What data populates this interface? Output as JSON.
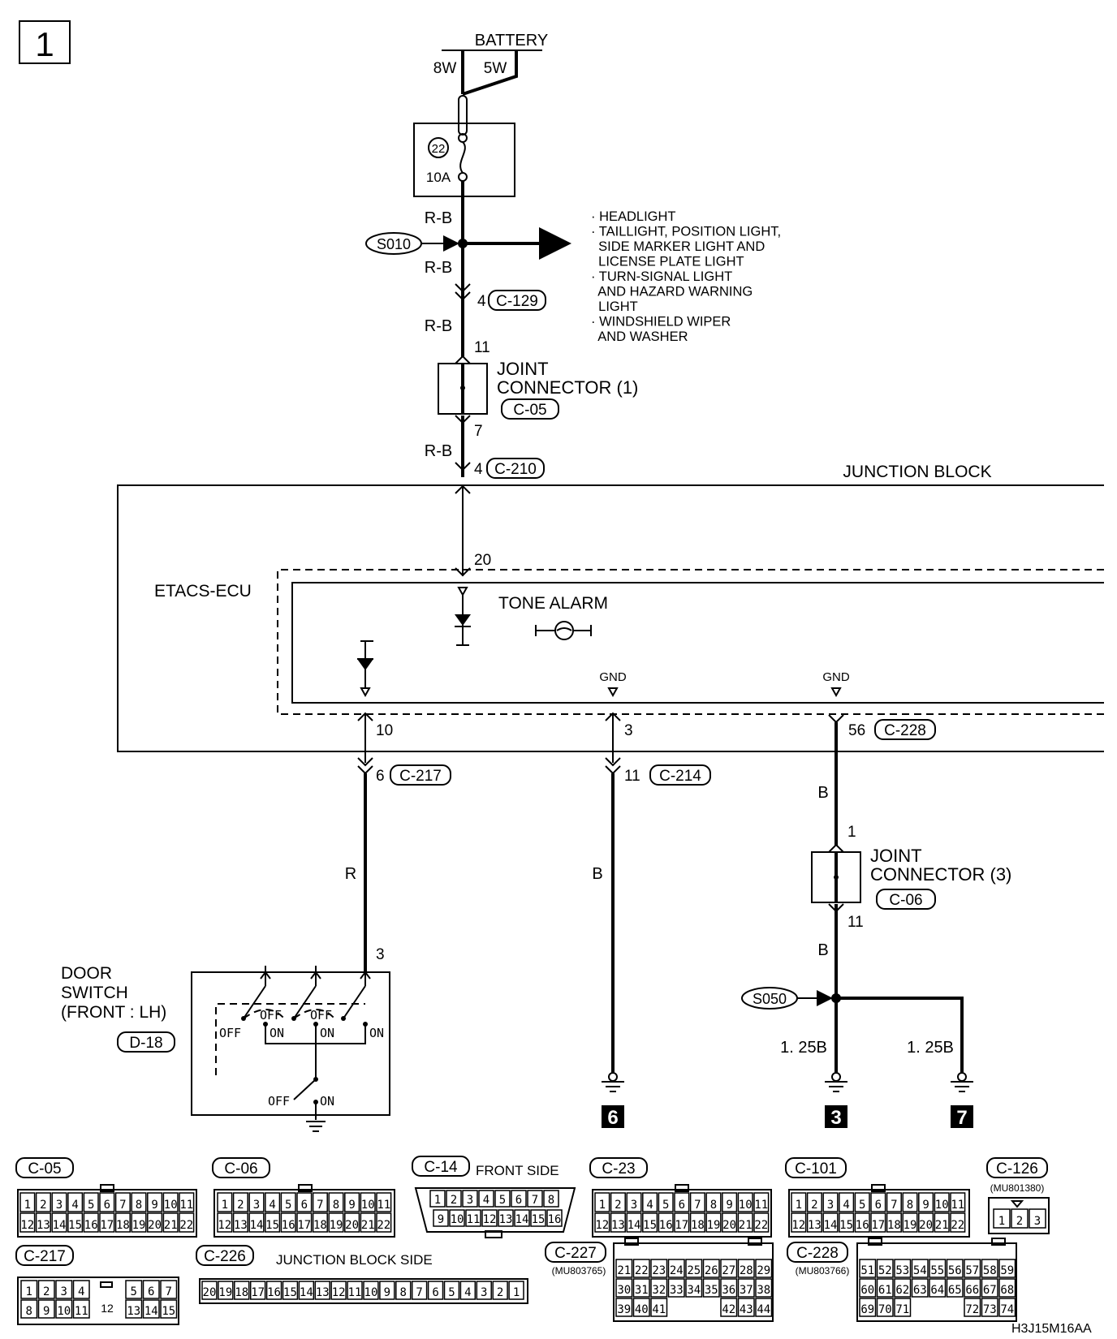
{
  "sheet_number": "1",
  "battery": {
    "label": "BATTERY",
    "wire_left": "8W",
    "wire_right": "5W"
  },
  "fuse": {
    "number": "22",
    "rating": "10A"
  },
  "splice_top": "S010",
  "splice_bottom": "S050",
  "branch_list": [
    "· HEADLIGHT",
    "· TAILLIGHT, POSITION LIGHT,",
    "  SIDE MARKER LIGHT AND",
    "  LICENSE PLATE LIGHT",
    "· TURN-SIGNAL LIGHT",
    "  AND HAZARD WARNING",
    "  LIGHT",
    "· WINDSHIELD WIPER",
    "  AND WASHER"
  ],
  "wire_colors": {
    "rb": "R-B",
    "r": "R",
    "b": "B",
    "b125": "1. 25B"
  },
  "pins": {
    "c129": "4",
    "jc1_in": "11",
    "jc1_out": "7",
    "c210": "4",
    "ecu_in": "20",
    "ecu_10": "10",
    "ecu_3": "3",
    "c228": "56",
    "c217": "6",
    "c214": "11",
    "jc3_in": "1",
    "jc3_out": "11",
    "door": "3"
  },
  "connectors": {
    "c129": "C-129",
    "c05": "C-05",
    "c210": "C-210",
    "c228": "C-228",
    "c217": "C-217",
    "c214": "C-214",
    "c06": "C-06",
    "d18": "D-18"
  },
  "joint_connector_1": [
    "JOINT",
    "CONNECTOR (1)"
  ],
  "joint_connector_3": [
    "JOINT",
    "CONNECTOR (3)"
  ],
  "junction_block": "JUNCTION BLOCK",
  "etacs": "ETACS-ECU",
  "tone_alarm": "TONE ALARM",
  "gnd": "GND",
  "door_switch": [
    "DOOR",
    "SWITCH",
    "(FRONT : LH)"
  ],
  "switch_states": {
    "off": "OFF",
    "on": "ON"
  },
  "ground_refs": {
    "g6": "6",
    "g3": "3",
    "g7": "7"
  },
  "bottom": {
    "c05": {
      "label": "C-05",
      "row1": [
        "1",
        "2",
        "3",
        "4",
        "5",
        "6",
        "7",
        "8",
        "9",
        "10",
        "11"
      ],
      "row2": [
        "12",
        "13",
        "14",
        "15",
        "16",
        "17",
        "18",
        "19",
        "20",
        "21",
        "22"
      ]
    },
    "c06": {
      "label": "C-06",
      "row1": [
        "1",
        "2",
        "3",
        "4",
        "5",
        "6",
        "7",
        "8",
        "9",
        "10",
        "11"
      ],
      "row2": [
        "12",
        "13",
        "14",
        "15",
        "16",
        "17",
        "18",
        "19",
        "20",
        "21",
        "22"
      ]
    },
    "c14": {
      "label": "C-14",
      "note": "FRONT SIDE",
      "row1": [
        "1",
        "2",
        "3",
        "4",
        "5",
        "6",
        "7",
        "8"
      ],
      "row2": [
        "9",
        "10",
        "11",
        "12",
        "13",
        "14",
        "15",
        "16"
      ]
    },
    "c23": {
      "label": "C-23",
      "row1": [
        "1",
        "2",
        "3",
        "4",
        "5",
        "6",
        "7",
        "8",
        "9",
        "10",
        "11"
      ],
      "row2": [
        "12",
        "13",
        "14",
        "15",
        "16",
        "17",
        "18",
        "19",
        "20",
        "21",
        "22"
      ]
    },
    "c101": {
      "label": "C-101",
      "row1": [
        "1",
        "2",
        "3",
        "4",
        "5",
        "6",
        "7",
        "8",
        "9",
        "10",
        "11"
      ],
      "row2": [
        "12",
        "13",
        "14",
        "15",
        "16",
        "17",
        "18",
        "19",
        "20",
        "21",
        "22"
      ]
    },
    "c126": {
      "label": "C-126",
      "part": "(MU801380)",
      "row1": [
        "1",
        "2",
        "3"
      ]
    },
    "c217": {
      "label": "C-217",
      "row1": [
        "1",
        "2",
        "3",
        "4",
        "",
        "",
        "5",
        "6",
        "7"
      ],
      "row2": [
        "8",
        "9",
        "10",
        "11",
        "12",
        "",
        "13",
        "14",
        "15"
      ],
      "center": "12"
    },
    "c226": {
      "label": "C-226",
      "note": "JUNCTION BLOCK SIDE",
      "row1": [
        "20",
        "19",
        "18",
        "17",
        "16",
        "15",
        "14",
        "13",
        "12",
        "11",
        "10",
        "9",
        "8",
        "7",
        "6",
        "5",
        "4",
        "3",
        "2",
        "1"
      ]
    },
    "c227": {
      "label": "C-227",
      "part": "(MU803765)",
      "row1": [
        "21",
        "22",
        "23",
        "24",
        "25",
        "26",
        "27",
        "28",
        "29"
      ],
      "row2": [
        "30",
        "31",
        "32",
        "33",
        "34",
        "35",
        "36",
        "37",
        "38"
      ],
      "row3": [
        "39",
        "40",
        "41",
        "",
        "",
        "",
        "42",
        "43",
        "44"
      ]
    },
    "c228": {
      "label": "C-228",
      "part": "(MU803766)",
      "row1": [
        "51",
        "52",
        "53",
        "54",
        "55",
        "56",
        "57",
        "58",
        "59"
      ],
      "row2": [
        "60",
        "61",
        "62",
        "63",
        "64",
        "65",
        "66",
        "67",
        "68"
      ],
      "row3": [
        "69",
        "70",
        "71",
        "",
        "",
        "",
        "72",
        "73",
        "74"
      ]
    }
  },
  "drawing_code": "H3J15M16AA"
}
